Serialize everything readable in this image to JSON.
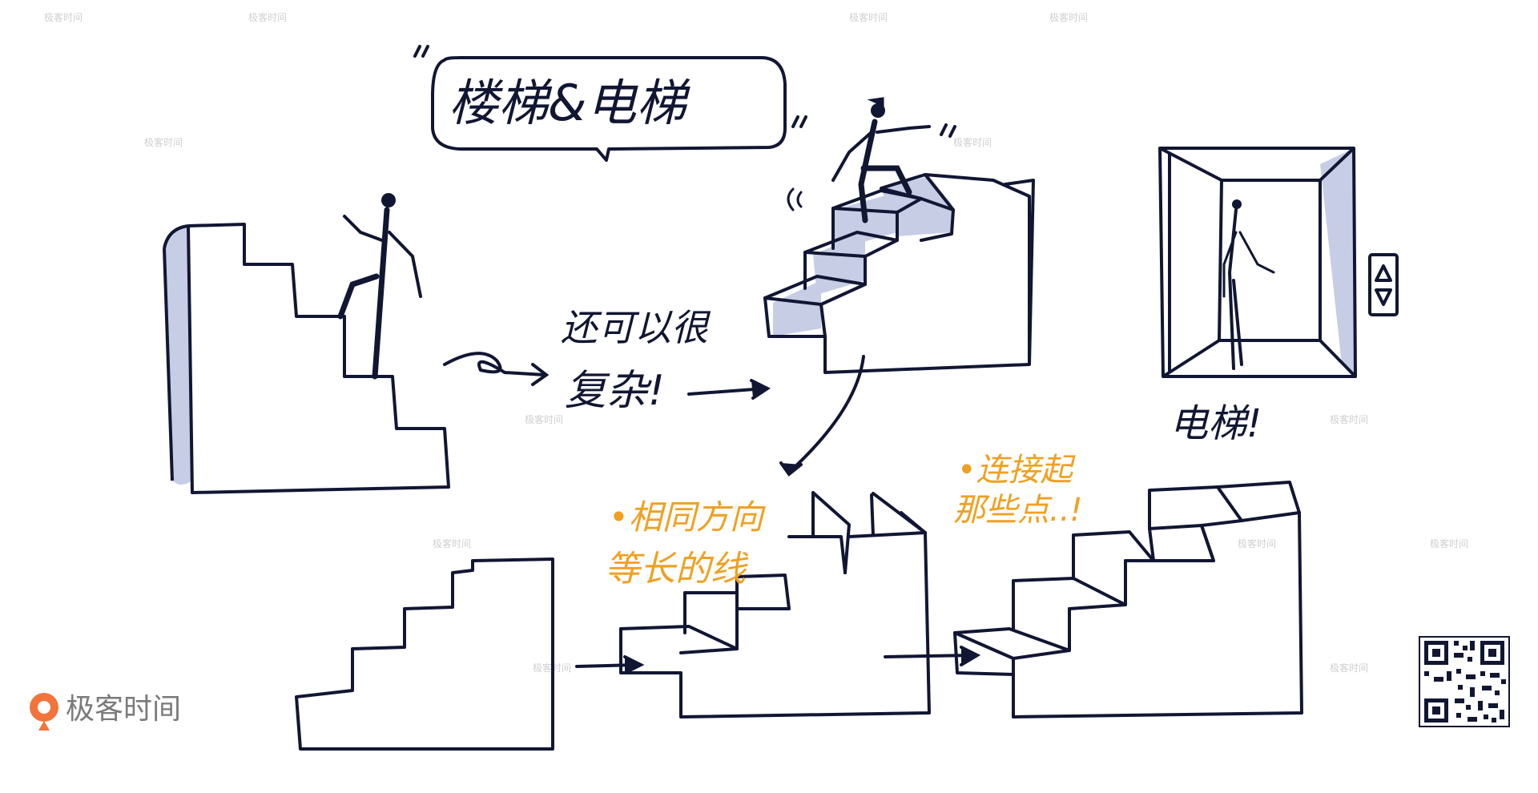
{
  "title": "楼梯&电梯",
  "note_middle": [
    "还可以很",
    "复杂!"
  ],
  "note_elevator": "电梯!",
  "note_orange_1": [
    "•相同方向",
    "等长的线"
  ],
  "note_orange_2": [
    "•连接起",
    "那些点..!"
  ],
  "brand": "极客时间",
  "watermark": "极客时间",
  "colors": {
    "ink": "#111633",
    "shade": "#c8cde6",
    "accent": "#f0a020",
    "brand": "#f2743a"
  }
}
